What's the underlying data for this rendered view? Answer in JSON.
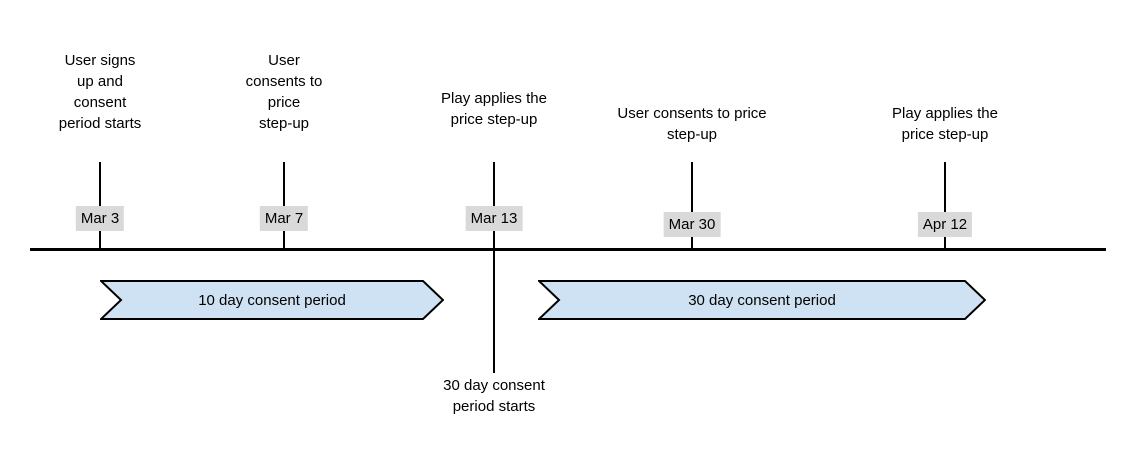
{
  "diagram": {
    "kind": "timeline",
    "description": "Price step-up consent period timeline"
  },
  "colors": {
    "background": "#ffffff",
    "line": "#000000",
    "text": "#000000",
    "date_badge_bg": "#d9d9d9",
    "banner_fill": "#cfe2f3",
    "banner_border": "#000000"
  },
  "events": [
    {
      "date": "Mar 3",
      "description": "User signs\nup and\nconsent\nperiod starts"
    },
    {
      "date": "Mar 7",
      "description": "User\nconsents to\nprice\nstep-up"
    },
    {
      "date": "Mar 13",
      "description": "Play applies the\nprice step-up",
      "below_note": "30 day consent\nperiod starts"
    },
    {
      "date": "Mar 30",
      "description": "User consents to price\nstep-up"
    },
    {
      "date": "Apr 12",
      "description": "Play applies the\nprice step-up"
    }
  ],
  "periods": [
    {
      "label": "10 day consent period"
    },
    {
      "label": "30 day consent period"
    }
  ]
}
